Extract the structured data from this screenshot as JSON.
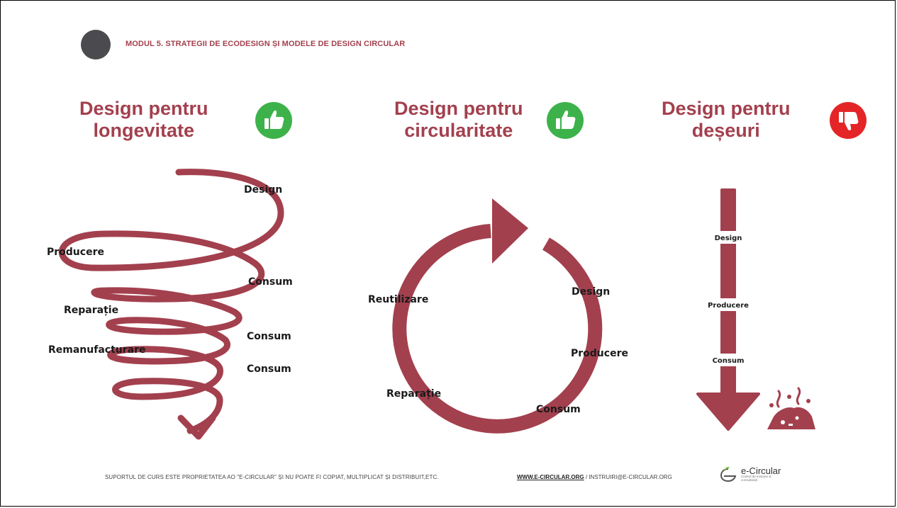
{
  "header": {
    "title": "MODUL 5. STRATEGII DE ECODESIGN ȘI MODELE DE DESIGN CIRCULAR"
  },
  "columns": [
    {
      "title_line1": "Design pentru",
      "title_line2": "longevitate",
      "verdict_icon": "thumbs-up-icon",
      "verdict_color": "#3db24a",
      "labels": [
        "Design",
        "Producere",
        "Consum",
        "Reparație",
        "Consum",
        "Remanufacturare",
        "Consum"
      ]
    },
    {
      "title_line1": "Design pentru",
      "title_line2": "circularitate",
      "verdict_icon": "thumbs-up-icon",
      "verdict_color": "#3db24a",
      "labels": [
        "Design",
        "Producere",
        "Consum",
        "Reparație",
        "Reutilizare"
      ]
    },
    {
      "title_line1": "Design pentru",
      "title_line2": "deșeuri",
      "verdict_icon": "thumbs-down-icon",
      "verdict_color": "#e42527",
      "labels": [
        "Design",
        "Producere",
        "Consum"
      ]
    }
  ],
  "colors": {
    "accent": "#a3404e",
    "header_dot": "#4a4a4f"
  },
  "footer": {
    "notice": "SUPORTUL DE CURS ESTE PROPRIETATEA AO \"E-CIRCULAR\" ȘI NU POATE FI COPIAT, MULTIPLICAT ȘI DISTRIBUIT,ETC.",
    "website": "WWW.E-CIRCULAR.ORG",
    "email": " / INSTRUIRI@E-CIRCULAR.ORG",
    "logo_name": "e-Circular",
    "logo_tagline": "Centrul de instruire și consultanță"
  }
}
